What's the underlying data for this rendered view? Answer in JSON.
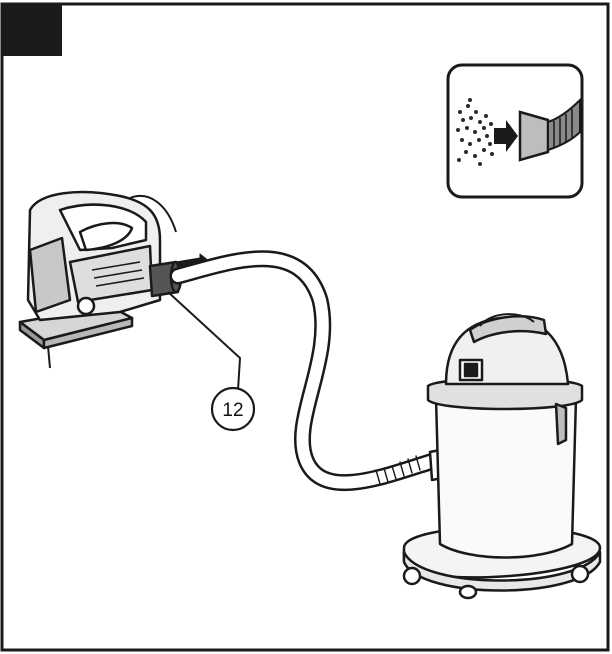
{
  "figure": {
    "callout": {
      "number": "12"
    },
    "icons": {
      "corner_marker": "black-square-marker",
      "inset": "dust-extraction-icon",
      "tool": "jigsaw-icon",
      "hose": "vacuum-hose",
      "vacuum": "wet-dry-vacuum-icon"
    },
    "colors": {
      "ink": "#1a1a1a",
      "paper": "#ffffff",
      "grey": "#9a9a9a",
      "dark_grey": "#555555"
    }
  }
}
